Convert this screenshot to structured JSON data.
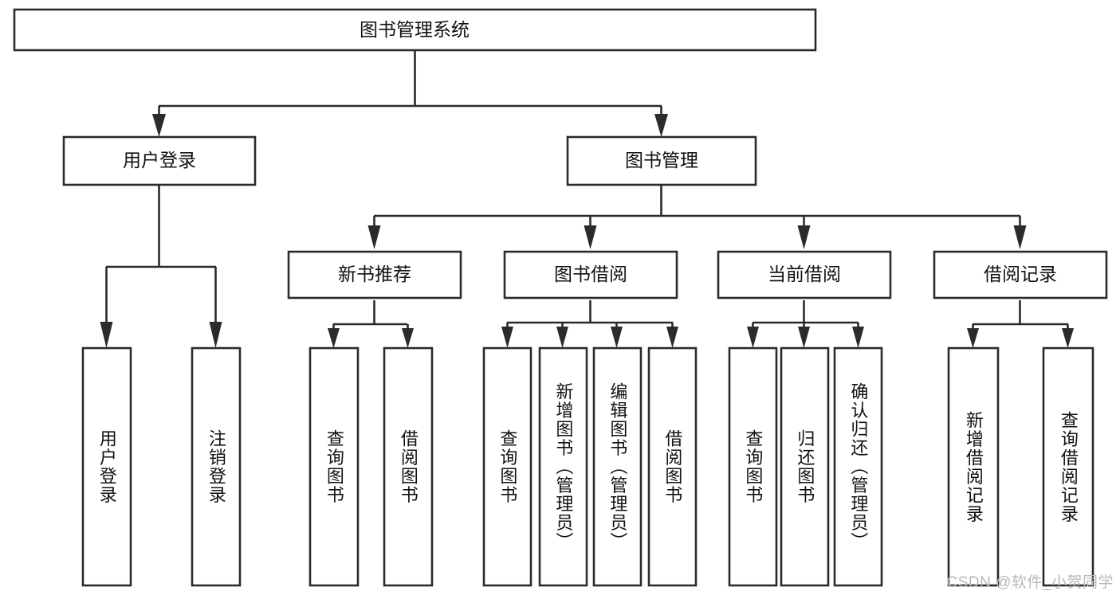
{
  "diagram": {
    "type": "tree",
    "title": "图书管理系统",
    "orientation": "top-down",
    "colors": {
      "box_stroke": "#2b2b2b",
      "box_fill": "#ffffff",
      "line": "#2b2b2b",
      "text": "#111111",
      "background": "#ffffff",
      "watermark": "#b9b9b9"
    },
    "nodes": {
      "root": {
        "label": "图书管理系统",
        "level": 0,
        "text_direction": "horizontal"
      },
      "l1": [
        {
          "id": "user-login",
          "label": "用户登录",
          "text_direction": "horizontal"
        },
        {
          "id": "book-manage",
          "label": "图书管理",
          "text_direction": "horizontal"
        }
      ],
      "l2": [
        {
          "id": "new-book-recommend",
          "label": "新书推荐",
          "parent": "book-manage",
          "text_direction": "horizontal"
        },
        {
          "id": "book-borrow",
          "label": "图书借阅",
          "parent": "book-manage",
          "text_direction": "horizontal"
        },
        {
          "id": "current-borrow",
          "label": "当前借阅",
          "parent": "book-manage",
          "text_direction": "horizontal"
        },
        {
          "id": "borrow-record",
          "label": "借阅记录",
          "parent": "book-manage",
          "text_direction": "horizontal"
        }
      ],
      "leaves": [
        {
          "id": "leaf-user-login",
          "label": "用户登录",
          "parent": "user-login",
          "text_direction": "vertical"
        },
        {
          "id": "leaf-logout-login",
          "label": "注销登录",
          "parent": "user-login",
          "text_direction": "vertical"
        },
        {
          "id": "leaf-query-book-1",
          "label": "查询图书",
          "parent": "new-book-recommend",
          "text_direction": "vertical"
        },
        {
          "id": "leaf-borrow-book-1",
          "label": "借阅图书",
          "parent": "new-book-recommend",
          "text_direction": "vertical"
        },
        {
          "id": "leaf-query-book-2",
          "label": "查询图书",
          "parent": "book-borrow",
          "text_direction": "vertical"
        },
        {
          "id": "leaf-add-book",
          "label": "新增图书（管理员）",
          "parent": "book-borrow",
          "text_direction": "vertical"
        },
        {
          "id": "leaf-edit-book",
          "label": "编辑图书（管理员）",
          "parent": "book-borrow",
          "text_direction": "vertical"
        },
        {
          "id": "leaf-borrow-book-2",
          "label": "借阅图书",
          "parent": "book-borrow",
          "text_direction": "vertical"
        },
        {
          "id": "leaf-query-book-3",
          "label": "查询图书",
          "parent": "current-borrow",
          "text_direction": "vertical"
        },
        {
          "id": "leaf-return-book",
          "label": "归还图书",
          "parent": "current-borrow",
          "text_direction": "vertical"
        },
        {
          "id": "leaf-confirm-return",
          "label": "确认归还（管理员）",
          "parent": "current-borrow",
          "text_direction": "vertical"
        },
        {
          "id": "leaf-add-record",
          "label": "新增借阅记录",
          "parent": "borrow-record",
          "text_direction": "vertical"
        },
        {
          "id": "leaf-query-record",
          "label": "查询借阅记录",
          "parent": "borrow-record",
          "text_direction": "vertical"
        }
      ]
    },
    "watermark": "CSDN @软件_小贺同学"
  }
}
